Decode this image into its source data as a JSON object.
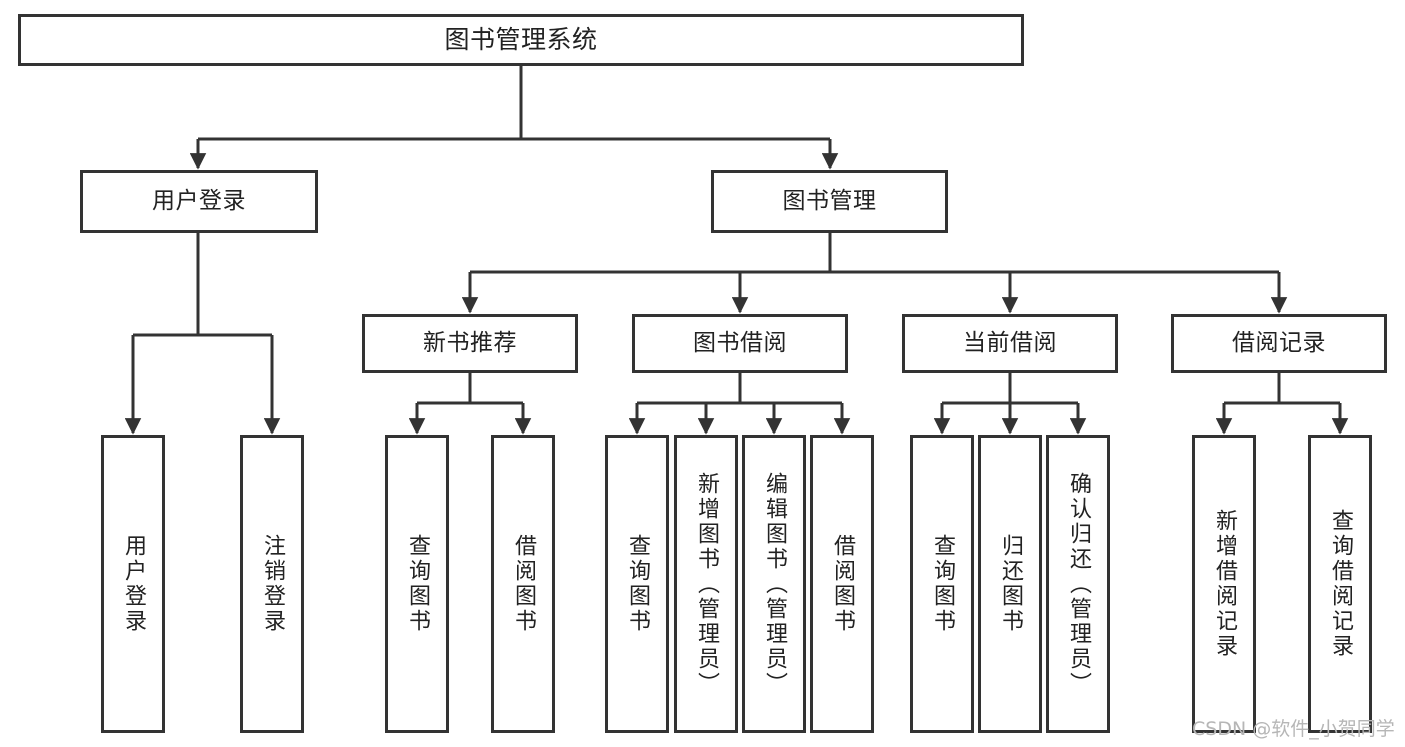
{
  "diagram": {
    "title": "图书管理系统",
    "type": "tree-hierarchy-diagram",
    "colors": {
      "box_border": "#333333",
      "box_fill": "#ffffff",
      "connector": "#333333",
      "text": "#222222",
      "watermark": "#b6b6b6",
      "background": "#ffffff"
    },
    "root": {
      "label": "图书管理系统"
    },
    "level2": [
      {
        "label": "用户登录"
      },
      {
        "label": "图书管理"
      }
    ],
    "level3": [
      {
        "label": "新书推荐"
      },
      {
        "label": "图书借阅"
      },
      {
        "label": "当前借阅"
      },
      {
        "label": "借阅记录"
      }
    ],
    "leaves": {
      "user_login": [
        {
          "label": "用户登录"
        },
        {
          "label": "注销登录"
        }
      ],
      "new_book": [
        {
          "label": "查询图书"
        },
        {
          "label": "借阅图书"
        }
      ],
      "book_borrow": [
        {
          "label": "查询图书"
        },
        {
          "label": "新增图书（管理员）"
        },
        {
          "label": "编辑图书（管理员）"
        },
        {
          "label": "借阅图书"
        }
      ],
      "current_borrow": [
        {
          "label": "查询图书"
        },
        {
          "label": "归还图书"
        },
        {
          "label": "确认归还（管理员）"
        }
      ],
      "borrow_record": [
        {
          "label": "新增借阅记录"
        },
        {
          "label": "查询借阅记录"
        }
      ]
    }
  },
  "watermark": {
    "text": "CSDN @软件_小贺同学"
  }
}
